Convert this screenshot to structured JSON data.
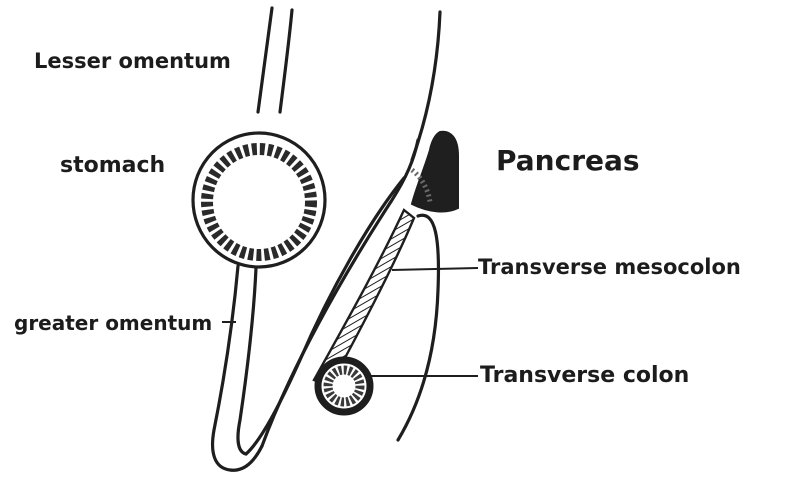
{
  "diagram": {
    "labels": {
      "lesser_omentum": "Lesser omentum",
      "stomach": "stomach",
      "pancreas": "Pancreas",
      "transverse_mesocolon": "Transverse mesocolon",
      "greater_omentum": "greater omentum",
      "transverse_colon": "Transverse colon"
    },
    "colors": {
      "ink": "#1e1e1e",
      "background": "#ffffff"
    }
  }
}
